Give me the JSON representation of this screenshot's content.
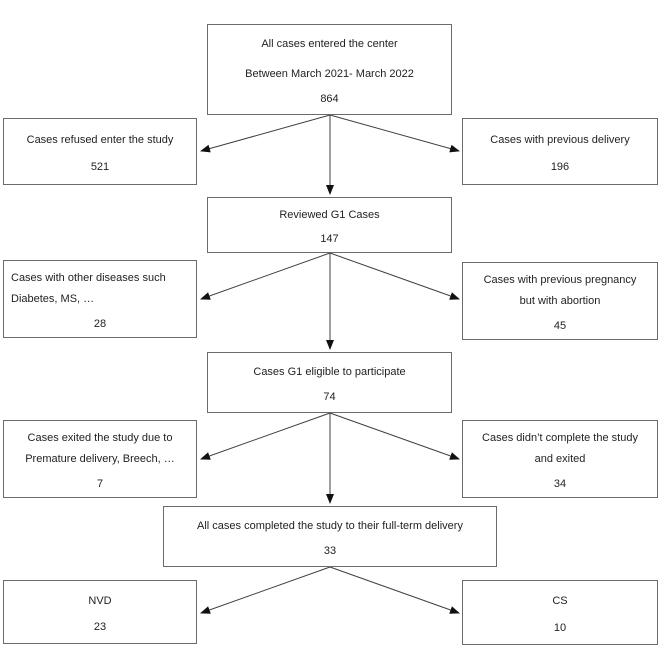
{
  "figure": {
    "type": "flowchart",
    "nodes": [
      {
        "id": "all-cases-entered",
        "lines": [
          "All cases entered the center",
          "Between March 2021- March 2022"
        ],
        "value": "864"
      },
      {
        "id": "refused",
        "lines": [
          "Cases refused enter the study"
        ],
        "value": "521"
      },
      {
        "id": "previous-delivery",
        "lines": [
          "Cases with previous delivery"
        ],
        "value": "196"
      },
      {
        "id": "reviewed-g1",
        "lines": [
          "Reviewed G1 Cases"
        ],
        "value": "147"
      },
      {
        "id": "other-diseases",
        "lines": [
          "Cases with other diseases such",
          "Diabetes, MS, …"
        ],
        "value": "28"
      },
      {
        "id": "previous-pregnancy-abortion",
        "lines": [
          "Cases with previous pregnancy",
          "but with abortion"
        ],
        "value": "45"
      },
      {
        "id": "eligible",
        "lines": [
          "Cases G1 eligible to participate"
        ],
        "value": "74"
      },
      {
        "id": "exited-premature",
        "lines": [
          "Cases exited the study due to",
          "Premature delivery, Breech, …"
        ],
        "value": "7"
      },
      {
        "id": "didnt-complete",
        "lines": [
          "Cases didn’t complete the study",
          "and exited"
        ],
        "value": "34"
      },
      {
        "id": "completed-full-term",
        "lines": [
          "All cases completed the study to their full-term delivery"
        ],
        "value": "33"
      },
      {
        "id": "nvd",
        "lines": [
          "NVD"
        ],
        "value": "23"
      },
      {
        "id": "cs",
        "lines": [
          "CS"
        ],
        "value": "10"
      }
    ],
    "edges": [
      {
        "from": "all-cases-entered",
        "to": "refused"
      },
      {
        "from": "all-cases-entered",
        "to": "reviewed-g1"
      },
      {
        "from": "all-cases-entered",
        "to": "previous-delivery"
      },
      {
        "from": "reviewed-g1",
        "to": "other-diseases"
      },
      {
        "from": "reviewed-g1",
        "to": "eligible"
      },
      {
        "from": "reviewed-g1",
        "to": "previous-pregnancy-abortion"
      },
      {
        "from": "eligible",
        "to": "exited-premature"
      },
      {
        "from": "eligible",
        "to": "completed-full-term"
      },
      {
        "from": "eligible",
        "to": "didnt-complete"
      },
      {
        "from": "completed-full-term",
        "to": "nvd"
      },
      {
        "from": "completed-full-term",
        "to": "cs"
      }
    ],
    "colors": {
      "box_border": "#6b6b6b",
      "arrow_line": "#404040",
      "arrow_head": "#111111",
      "text": "#1f1f1f",
      "background": "#ffffff"
    }
  }
}
